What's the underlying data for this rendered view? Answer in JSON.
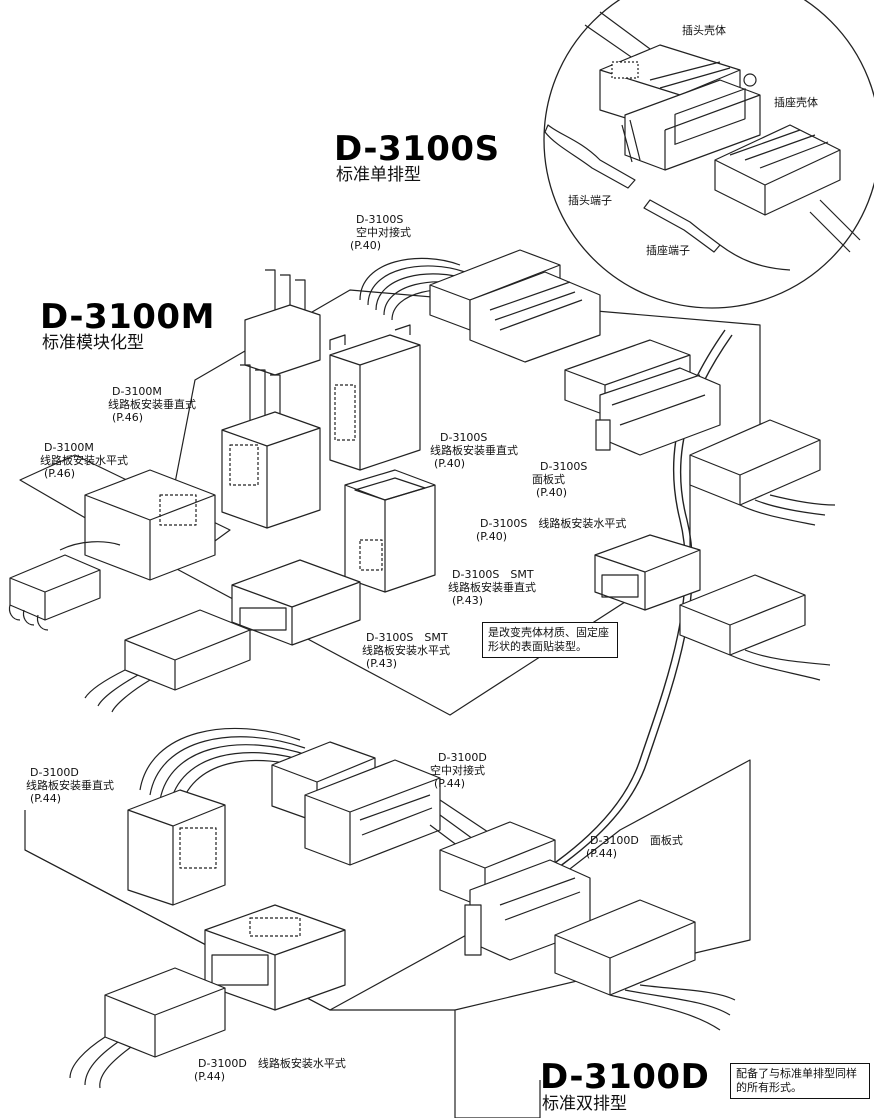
{
  "series": {
    "s": {
      "model": "D-3100S",
      "subtitle": "标准单排型"
    },
    "m": {
      "model": "D-3100M",
      "subtitle": "标准模块化型"
    },
    "d": {
      "model": "D-3100D",
      "subtitle": "标准双排型"
    }
  },
  "inset": {
    "plug_housing": "插头壳体",
    "receptacle_housing": "插座壳体",
    "plug_terminal": "插头端子",
    "receptacle_terminal": "插座端子"
  },
  "labels": {
    "s_cable": {
      "model": "D-3100S",
      "type": "空中对接式",
      "page": "(P.40)"
    },
    "m_vertical": {
      "model": "D-3100M",
      "type": "线路板安装垂直式",
      "page": "(P.46)"
    },
    "m_horizontal": {
      "model": "D-3100M",
      "type": "线路板安装水平式",
      "page": "(P.46)"
    },
    "s_vertical": {
      "model": "D-3100S",
      "type": "线路板安装垂直式",
      "page": "(P.40)"
    },
    "s_panel": {
      "model": "D-3100S",
      "type": "面板式",
      "page": "(P.40)"
    },
    "s_horizontal": {
      "line": "D-3100S　线路板安装水平式",
      "page": "(P.40)"
    },
    "s_smt_vertical": {
      "model": "D-3100S　SMT",
      "type": "线路板安装垂直式",
      "page": "(P.43)"
    },
    "s_smt_horizontal": {
      "model": "D-3100S　SMT",
      "type": "线路板安装水平式",
      "page": "(P.43)"
    },
    "d_vertical": {
      "model": "D-3100D",
      "type": "线路板安装垂直式",
      "page": "(P.44)"
    },
    "d_cable": {
      "model": "D-3100D",
      "type": "空中对接式",
      "page": "(P.44)"
    },
    "d_panel": {
      "line": "D-3100D　面板式",
      "page": "(P.44)"
    },
    "d_horizontal": {
      "line": "D-3100D　线路板安装水平式",
      "page": "(P.44)"
    }
  },
  "notes": {
    "smt": "是改变壳体材质、固定座形状的表面贴装型。",
    "d_series": "配备了与标准单排型同样的所有形式。"
  }
}
